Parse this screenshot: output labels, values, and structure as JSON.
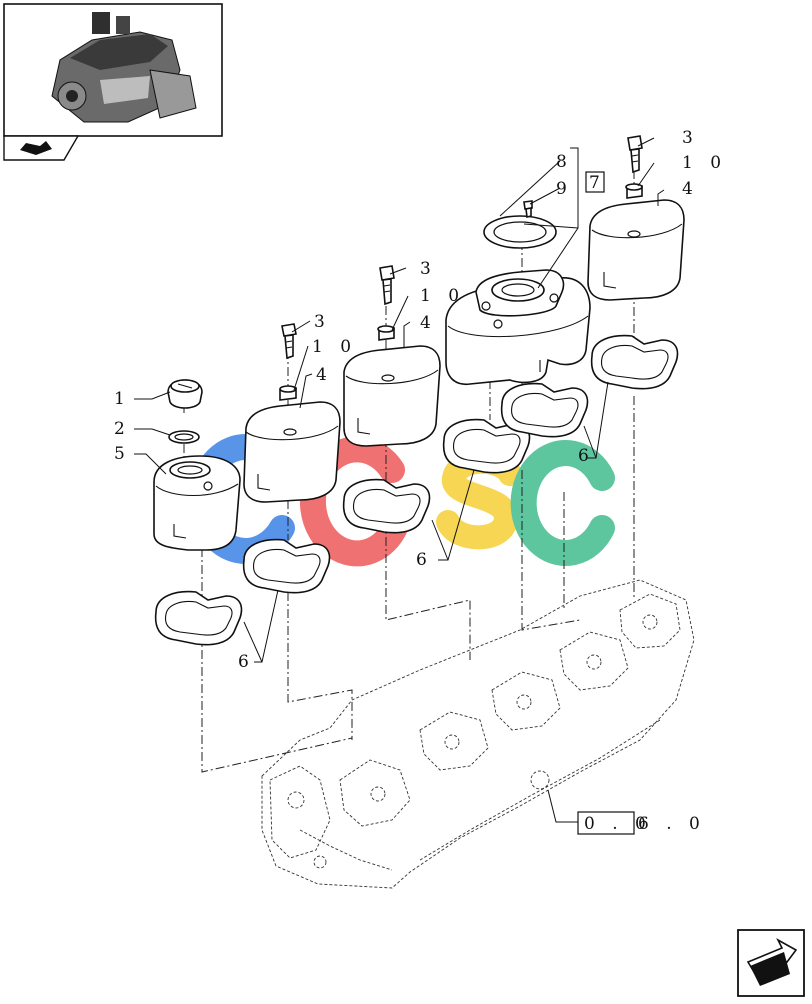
{
  "labels": {
    "cap": "1",
    "seal_ring": "2",
    "screw_a": "3",
    "screw_b": "3",
    "screw_c": "3",
    "washer_a": "1 0",
    "washer_b": "1 0",
    "washer_c": "1 0",
    "cover_a": "4",
    "cover_b": "4",
    "cover_c": "4",
    "oil_cover": "5",
    "gaskets_left": "6",
    "gaskets_mid": "6",
    "gaskets_right": "6",
    "breather_gasket": "8",
    "breather_screw": "9",
    "breather_group_ref": "7",
    "cylinder_head_ref_box": "0 . 0",
    "cylinder_head_ref_tail": "6 . 0"
  },
  "watermark": {
    "letters": [
      "C",
      "G",
      "S",
      "C"
    ],
    "colors": [
      "#4f8fe8",
      "#ef6a6a",
      "#f6d44a",
      "#55c49a"
    ]
  },
  "colors": {
    "line": "#111111",
    "paper": "#ffffff"
  },
  "icons": {
    "thumbnail": "engine-thumbnail-icon",
    "page_nav": "page-arrow-icon",
    "corner_nav": "next-page-icon"
  }
}
